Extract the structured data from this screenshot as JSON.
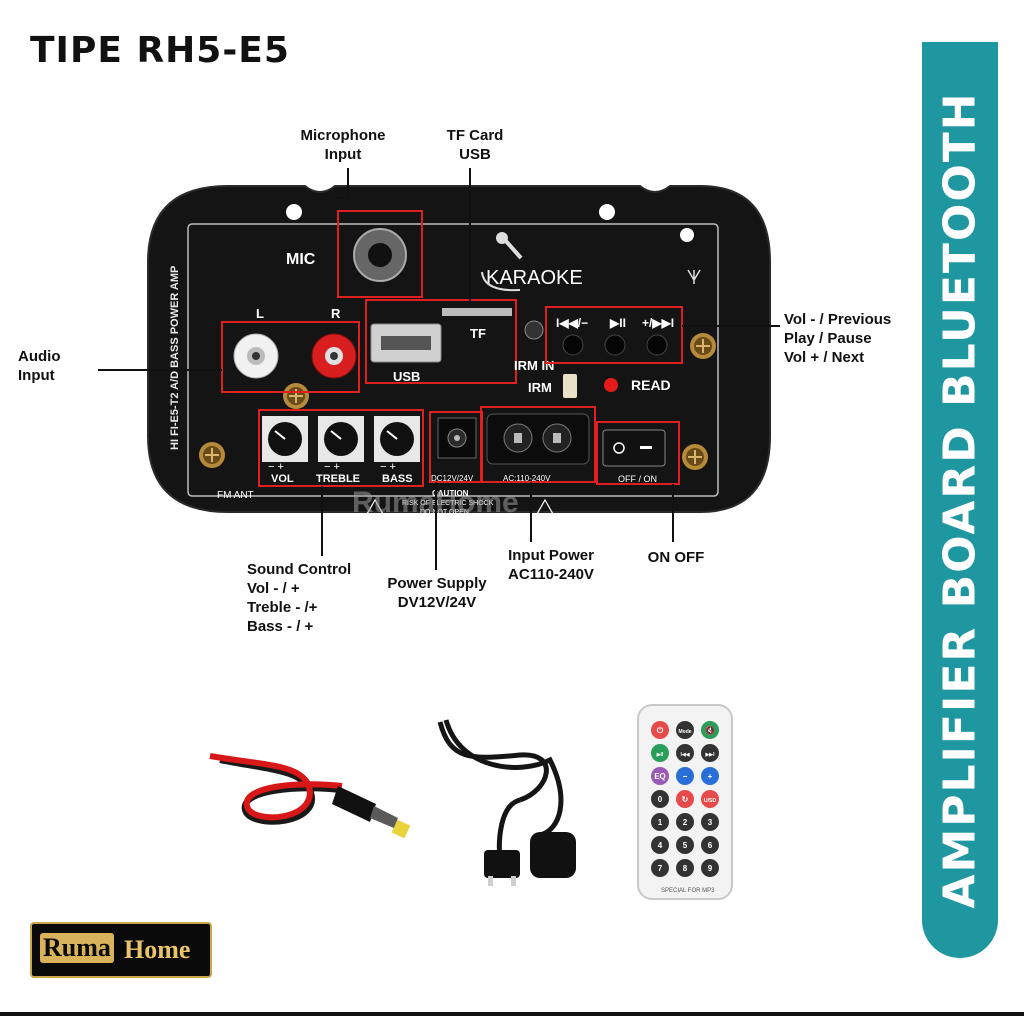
{
  "header": {
    "title": "TIPE RH5-E5"
  },
  "sidebar": {
    "vertical_title": "AMPLIFIER BOARD BLUETOOTH",
    "color": "#1f97a1"
  },
  "callouts": {
    "mic_line1": "Microphone",
    "mic_line2": "Input",
    "tf_line1": "TF Card",
    "tf_line2": "USB",
    "audio_line1": "Audio",
    "audio_line2": "Input",
    "controls_line1": "Vol - / Previous",
    "controls_line2": "Play / Pause",
    "controls_line3": "Vol + / Next",
    "sound_line1": "Sound Control",
    "sound_line2": "Vol - / +",
    "sound_line3": "Treble - /+",
    "sound_line4": "Bass - / +",
    "power_line1": "Power Supply",
    "power_line2": "DV12V/24V",
    "input_power_line1": "Input Power",
    "input_power_line2": "AC110-240V",
    "onoff": "ON OFF"
  },
  "board": {
    "mic": "MIC",
    "karaoke": "KARAOKE",
    "tf": "TF",
    "usb": "USB",
    "l": "L",
    "r": "R",
    "irm_in": "IRM IN",
    "irm": "IRM",
    "read": "READ",
    "prev_label": "I◀◀/−",
    "play_label": "▶II",
    "next_label": "+/▶▶I",
    "side_print": "HI FI-E5-T2 A/D BASS POWER AMP",
    "vol": "VOL",
    "treble": "TREBLE",
    "bass": "BASS",
    "dc": "DC12V/24V",
    "ac": "AC:110-240V",
    "off_on": "OFF / ON",
    "fm_ant": "FM ANT",
    "caution1": "CAUTION",
    "caution2": "RISK OF ELECTRIC SHOCK",
    "caution3": "DO NOT OPEN",
    "watermark": "RumaHome"
  },
  "remote": {
    "buttons": [
      "⏻",
      "Mode",
      "🔇",
      "▶II",
      "I◀◀",
      "▶▶I",
      "EQ",
      "−",
      "+",
      "0",
      "↻",
      "U/SD",
      "1",
      "2",
      "3",
      "4",
      "5",
      "6",
      "7",
      "8",
      "9"
    ],
    "footer": "SPECIAL FOR MP3"
  },
  "logo": {
    "part1": "Ruma",
    "part2": "Home"
  }
}
